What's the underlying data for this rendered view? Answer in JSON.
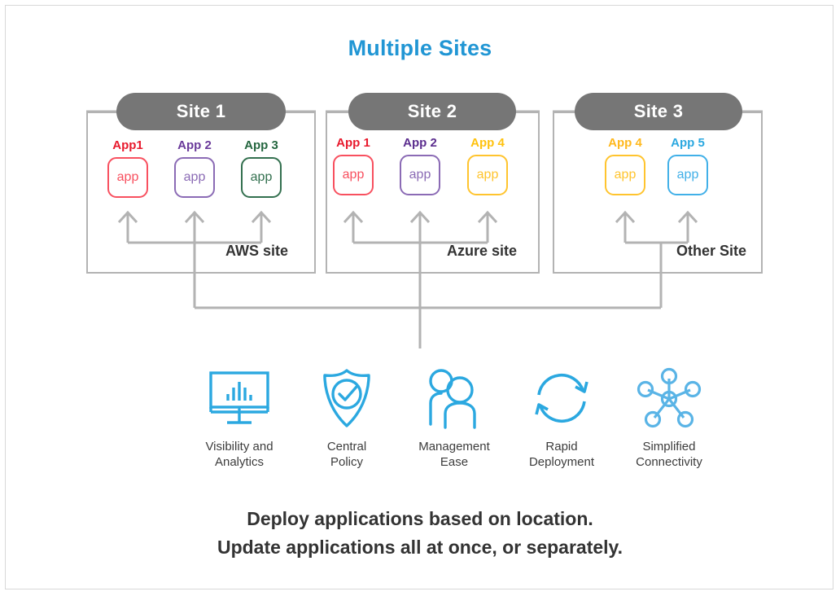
{
  "title": "Multiple Sites",
  "theme": {
    "title_color": "#2196d4",
    "pill_gray": "#767676",
    "line_gray": "#b3b3b3",
    "icon_blue": "#2ba8e0",
    "text_dark": "#333333"
  },
  "sites": [
    {
      "name": "Site 1",
      "tag": "AWS site",
      "apps": [
        {
          "label": "App1",
          "inner": "app",
          "color": "#f8505f"
        },
        {
          "label": "App 2",
          "inner": "app",
          "color": "#8b6bb5"
        },
        {
          "label": "App 3",
          "inner": "app",
          "color": "#33704f"
        }
      ],
      "app_label_colors": [
        "#e8192c",
        "#6a3a9a",
        "#24663f"
      ]
    },
    {
      "name": "Site 2",
      "tag": "Azure site",
      "apps": [
        {
          "label": "App 1",
          "inner": "app",
          "color": "#f8505f"
        },
        {
          "label": "App 2",
          "inner": "app",
          "color": "#8b6bb5"
        },
        {
          "label": "App 4",
          "inner": "app",
          "color": "#ffc42e"
        }
      ],
      "app_label_colors": [
        "#e8192c",
        "#5b2d8e",
        "#ffc20e"
      ]
    },
    {
      "name": "Site 3",
      "tag": "Other Site",
      "apps": [
        {
          "label": "App 4",
          "inner": "app",
          "color": "#ffc42e"
        },
        {
          "label": "App 5",
          "inner": "app",
          "color": "#41b0e8"
        }
      ],
      "app_label_colors": [
        "#ffb81c",
        "#2ba8e0"
      ]
    }
  ],
  "benefits": [
    {
      "icon": "monitor-analytics-icon",
      "line1": "Visibility and",
      "line2": "Analytics"
    },
    {
      "icon": "shield-check-icon",
      "line1": "Central",
      "line2": "Policy"
    },
    {
      "icon": "two-people-icon",
      "line1": "Management",
      "line2": "Ease"
    },
    {
      "icon": "circular-arrows-icon",
      "line1": "Rapid",
      "line2": "Deployment"
    },
    {
      "icon": "hub-spoke-network-icon",
      "line1": "Simplified",
      "line2": "Connectivity"
    }
  ],
  "caption": {
    "line1": "Deploy applications based on location.",
    "line2": "Update applications all at once, or separately."
  }
}
